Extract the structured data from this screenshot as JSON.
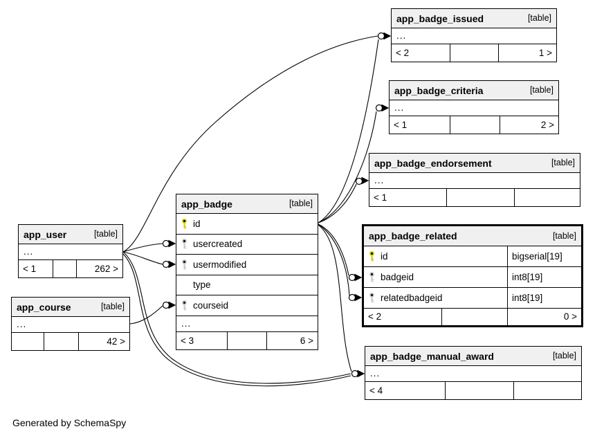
{
  "note": "Generated by SchemaSpy",
  "colors": {
    "background": "#ffffff",
    "table_header_bg": "#f0f0f0",
    "border": "#000000",
    "primary_key_icon": "#cccc00",
    "foreign_key_icon": "#c6c6c6"
  },
  "tables": {
    "issued": {
      "name": "app_badge_issued",
      "tag": "[table]",
      "ellipsis": "...",
      "footer": {
        "left": "< 2",
        "mid": "",
        "right": "1 >"
      }
    },
    "criteria": {
      "name": "app_badge_criteria",
      "tag": "[table]",
      "ellipsis": "...",
      "footer": {
        "left": "< 1",
        "mid": "",
        "right": "2 >"
      }
    },
    "endorsement": {
      "name": "app_badge_endorsement",
      "tag": "[table]",
      "ellipsis": "...",
      "footer": {
        "left": "< 1",
        "mid": "",
        "right": ""
      }
    },
    "badge": {
      "name": "app_badge",
      "tag": "[table]",
      "ellipsis": "...",
      "columns": [
        {
          "icon": "pk",
          "label": "id"
        },
        {
          "icon": "fk",
          "label": "usercreated"
        },
        {
          "icon": "fk",
          "label": "usermodified"
        },
        {
          "icon": "",
          "label": "type"
        },
        {
          "icon": "fk",
          "label": "courseid"
        }
      ],
      "footer": {
        "left": "< 3",
        "mid": "",
        "right": "6 >"
      }
    },
    "related": {
      "name": "app_badge_related",
      "tag": "[table]",
      "columns": [
        {
          "icon": "pk",
          "label": "id",
          "type": "bigserial[19]"
        },
        {
          "icon": "fk",
          "label": "badgeid",
          "type": "int8[19]"
        },
        {
          "icon": "fk",
          "label": "relatedbadgeid",
          "type": "int8[19]"
        }
      ],
      "footer": {
        "left": "< 2",
        "mid": "",
        "right": "0 >"
      }
    },
    "manual": {
      "name": "app_badge_manual_award",
      "tag": "[table]",
      "ellipsis": "...",
      "footer": {
        "left": "< 4",
        "mid": "",
        "right": ""
      }
    },
    "user": {
      "name": "app_user",
      "tag": "[table]",
      "ellipsis": "...",
      "footer": {
        "left": "< 1",
        "mid": "",
        "right": "262 >"
      }
    },
    "course": {
      "name": "app_course",
      "tag": "[table]",
      "ellipsis": "...",
      "footer": {
        "left": "",
        "mid": "",
        "right": "42 >"
      }
    }
  },
  "edges": [
    {
      "parent": "app_user",
      "child": "app_badge_issued"
    },
    {
      "parent": "app_badge",
      "child": "app_badge_issued"
    },
    {
      "parent": "app_badge",
      "child": "app_badge_criteria"
    },
    {
      "parent": "app_badge",
      "child": "app_badge_endorsement"
    },
    {
      "parent": "app_user",
      "child": "app_badge.usercreated"
    },
    {
      "parent": "app_user",
      "child": "app_badge.usermodified"
    },
    {
      "parent": "app_course",
      "child": "app_badge.courseid"
    },
    {
      "parent": "app_badge",
      "child": "app_badge_related.badgeid"
    },
    {
      "parent": "app_badge",
      "child": "app_badge_related.relatedbadgeid"
    },
    {
      "parent": "app_badge",
      "child": "app_badge_manual_award"
    },
    {
      "parent": "app_user",
      "child": "app_badge_manual_award"
    },
    {
      "parent": "app_user",
      "child": "app_badge_manual_award"
    }
  ]
}
